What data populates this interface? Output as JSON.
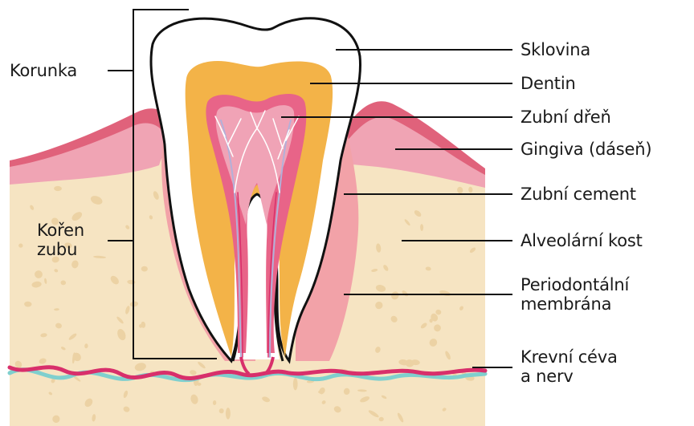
{
  "labels": {
    "korunka": "Korunka",
    "koren_line1": "Kořen",
    "koren_line2": "zubu",
    "sklovina": "Sklovina",
    "dentin": "Dentin",
    "zubni_dren": "Zubní dřeň",
    "gingiva": "Gingiva (dáseň)",
    "zubni_cement": "Zubní cement",
    "alveolarni_kost": "Alveolární kost",
    "periodontalni_line1": "Periodontální",
    "periodontalni_line2": "membrána",
    "krevni_line1": "Krevní céva",
    "krevni_line2": "a nerv"
  },
  "colors": {
    "bone": "#f6e4c2",
    "bone_spots": "#ecd2a4",
    "gum": "#e0627b",
    "gum_light": "#f0a4b4",
    "periodontal": "#f2a2a8",
    "enamel": "#ffffff",
    "dentin": "#f3b348",
    "pulp": "#e86488",
    "nerve_pink": "#d82f6b",
    "nerve_blue": "#7fcfce"
  }
}
